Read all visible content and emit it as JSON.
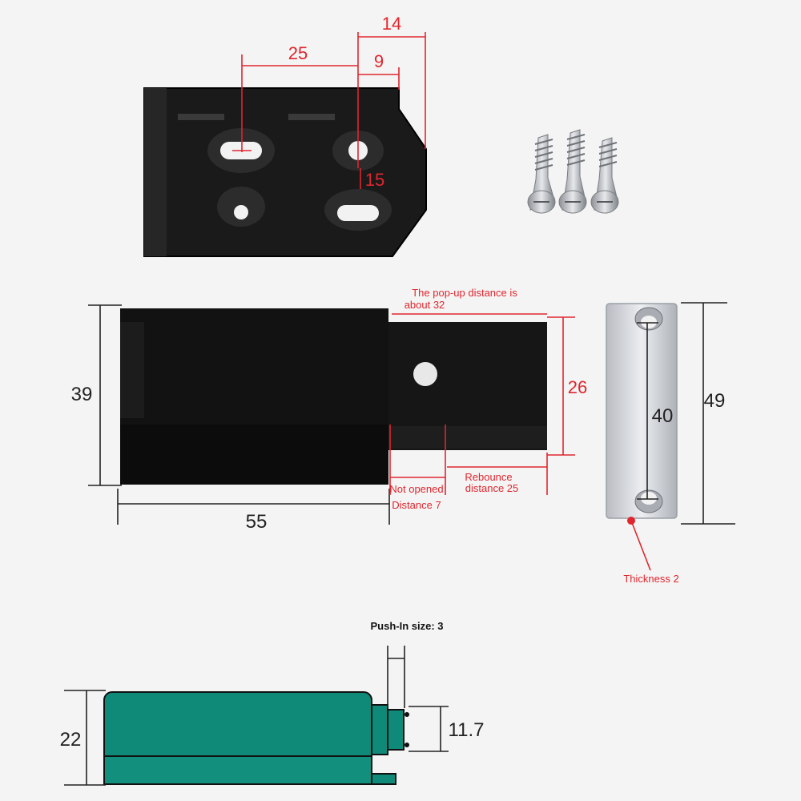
{
  "top_plate": {
    "dim_width_total": "14",
    "dim_hole_spacing": "25",
    "dim_offset": "9",
    "dim_vertical": "15"
  },
  "main_body": {
    "height_label": "39",
    "length_label": "55",
    "popup_note_line1": "The pop-up distance is",
    "popup_note_line2": "about 32",
    "extended_height_label": "26",
    "not_opened_line1": "Not opened",
    "not_opened_line2": "Distance 7",
    "rebounce_line1": "Rebounce",
    "rebounce_line2": "distance 25"
  },
  "strike_plate": {
    "hole_spacing_label": "40",
    "height_label": "49",
    "thickness_note": "Thickness 2"
  },
  "side_view": {
    "push_in_note": "Push-In size: 3",
    "height_label": "22",
    "plunger_label": "11.7"
  },
  "colors": {
    "accent_red": "#e0262e",
    "body_black": "#111111",
    "side_green": "#0f8a78",
    "steel": "#c9ccd1"
  }
}
